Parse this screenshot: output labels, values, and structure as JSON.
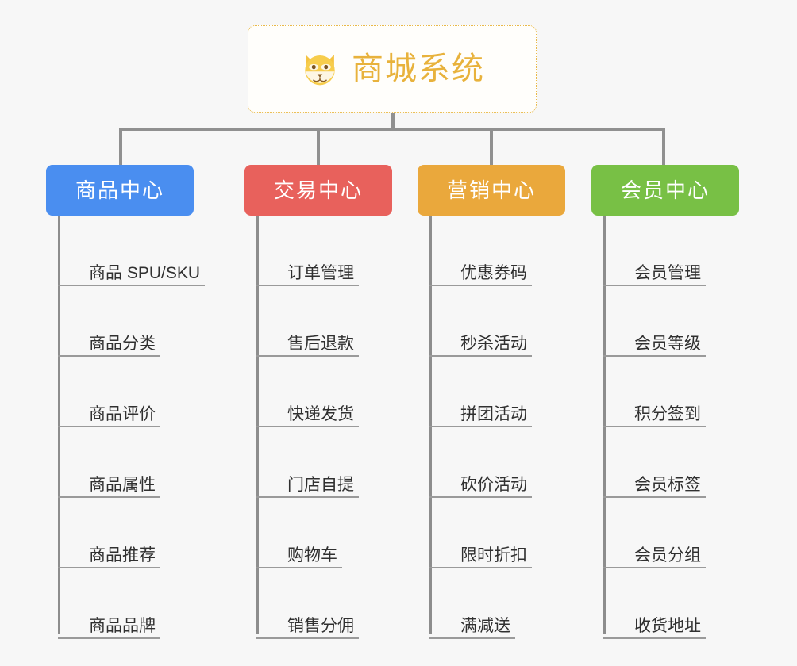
{
  "root": {
    "title": "商城系统",
    "icon": "shiba-dog-face-icon",
    "accent": "#e8b23c",
    "border_color": "#e9b949"
  },
  "columns": [
    {
      "label": "商品中心",
      "color": "#4a8ef0",
      "items": [
        "商品 SPU/SKU",
        "商品分类",
        "商品评价",
        "商品属性",
        "商品推荐",
        "商品品牌"
      ]
    },
    {
      "label": "交易中心",
      "color": "#e8615c",
      "items": [
        "订单管理",
        "售后退款",
        "快递发货",
        "门店自提",
        "购物车",
        "销售分佣"
      ]
    },
    {
      "label": "营销中心",
      "color": "#eaa83c",
      "items": [
        "优惠券码",
        "秒杀活动",
        "拼团活动",
        "砍价活动",
        "限时折扣",
        "满减送"
      ]
    },
    {
      "label": "会员中心",
      "color": "#78c045",
      "items": [
        "会员管理",
        "会员等级",
        "积分签到",
        "会员标签",
        "会员分组",
        "收货地址"
      ]
    }
  ],
  "connector_color": "#909090"
}
